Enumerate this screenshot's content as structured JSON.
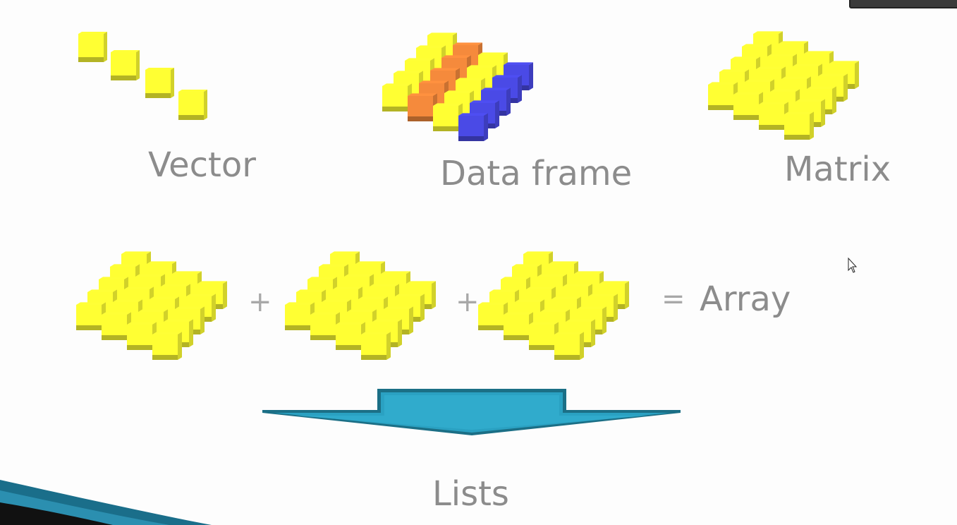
{
  "labels": {
    "vector": "Vector",
    "data_frame": "Data frame",
    "matrix": "Matrix",
    "array": "Array",
    "lists": "Lists"
  },
  "operators": {
    "plus": "+",
    "equals": "="
  },
  "colors": {
    "cube_yellow": "#ffff33",
    "cube_orange": "#f58a3c",
    "cube_blue": "#4a4ae6",
    "arrow_fill": "#2aa1c2",
    "arrow_edge": "#1b6f86",
    "label_gray": "#8c8c8c"
  },
  "icons": [
    "vector-cubes-icon",
    "data-frame-cubes-icon",
    "matrix-cubes-icon",
    "array-layer-icon",
    "down-arrow-icon",
    "mouse-cursor-icon"
  ]
}
